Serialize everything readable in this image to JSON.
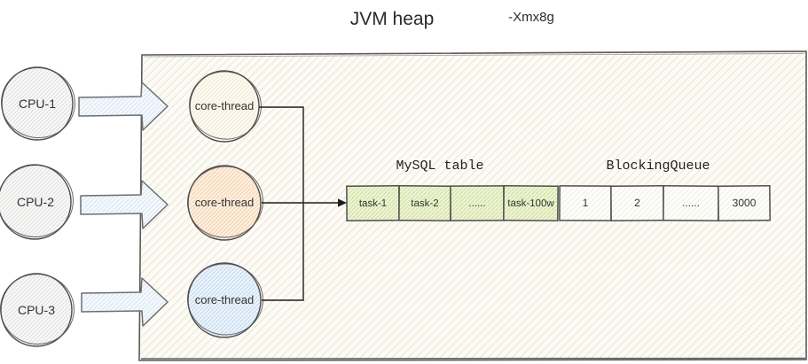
{
  "title": {
    "text": "JVM heap",
    "annotation": "-Xmx8g"
  },
  "cpus": [
    {
      "label": "CPU-1"
    },
    {
      "label": "CPU-2"
    },
    {
      "label": "CPU-3"
    }
  ],
  "core_threads": [
    {
      "label": "core-thread",
      "fill_style": "cream"
    },
    {
      "label": "core-thread",
      "fill_style": "orange"
    },
    {
      "label": "core-thread",
      "fill_style": "blue"
    }
  ],
  "mysql_table": {
    "label": "MySQL table",
    "cells": [
      "task-1",
      "task-2",
      "......",
      "task-100w"
    ]
  },
  "blocking_queue": {
    "label": "BlockingQueue",
    "cells": [
      "1",
      "2",
      "......",
      "3000"
    ]
  },
  "colors": {
    "canvas_bg": "#ffffff",
    "shape_stroke": "#4e4e4e",
    "connector": "#1c1c1c",
    "text": "#333333",
    "box_fill": "#fcfbf6",
    "box_line": "#ece5d3",
    "gray_fill": "#f8f8f7",
    "gray_line": "#dcdcdc",
    "cream_fill": "#fdfaf2",
    "cream_line": "#f0e6cf",
    "orange_fill": "#fdf1e3",
    "orange_line": "#f5cda6",
    "blue_fill": "#edf4fb",
    "blue_line": "#bdd7ef",
    "green_fill": "#f0f4dc",
    "green_line": "#cbdf92",
    "arrow_fill": "#f5f9fd",
    "arrow_line": "#d6e6f4",
    "queue_fill": "#fdfdfa",
    "queue_line": "#e9e7dd"
  }
}
